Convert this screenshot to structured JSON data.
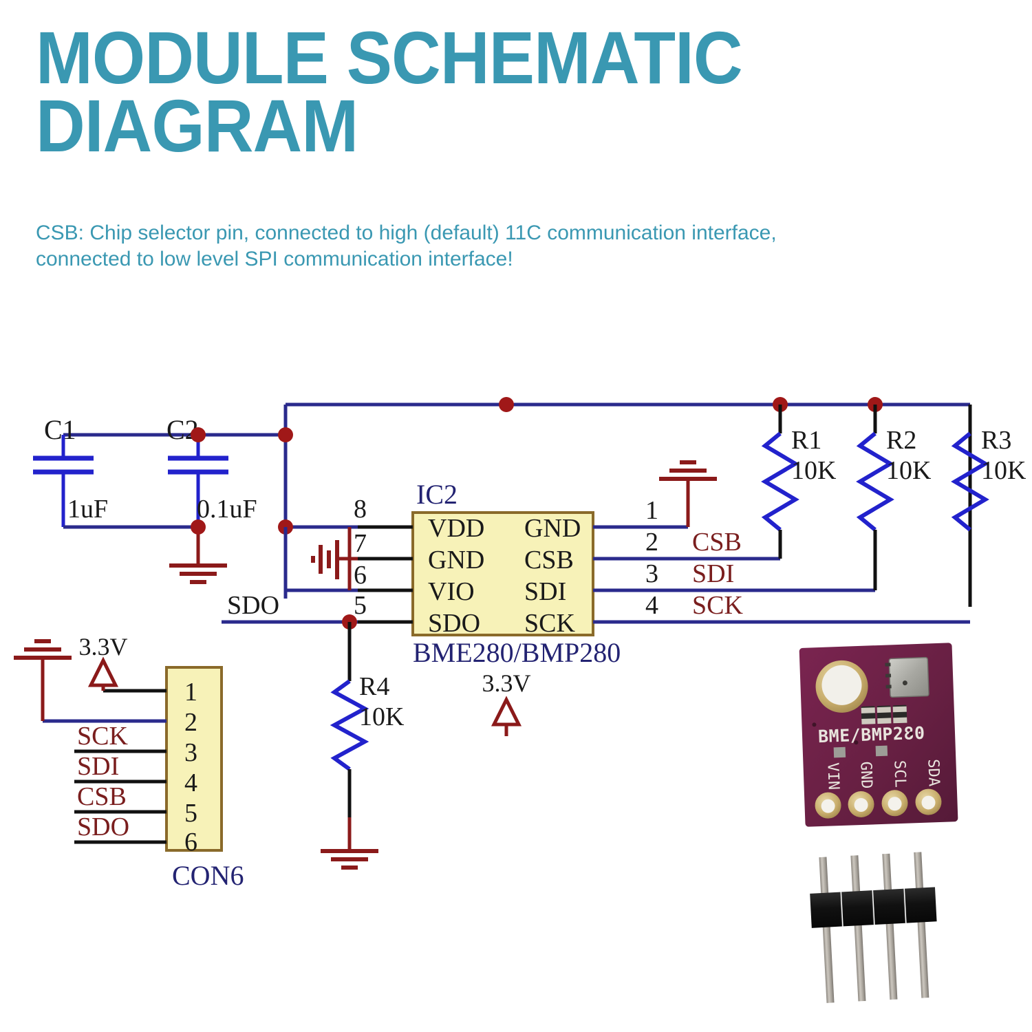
{
  "header": {
    "title_line1": "MODULE SCHEMATIC",
    "title_line2": "DIAGRAM",
    "subtitle_line1": "CSB: Chip selector pin, connected to high (default) 11C communication interface,",
    "subtitle_line2": "connected to low level SPI communication interface!",
    "accent_color": "#3a98b2"
  },
  "schematic": {
    "colors": {
      "wire_blue": "#2a2a8c",
      "wire_black": "#111111",
      "symbol_red": "#8b1a1a",
      "component_blue": "#2222cc",
      "junction_red": "#a01818",
      "ic_fill": "#f7f2b8",
      "ic_stroke": "#8a6a2a",
      "label_blue": "#232372",
      "label_red": "#7a1e1e",
      "label_dark": "#1a1a1a"
    },
    "power": {
      "top_rail_label": "3.3V",
      "con6_rail_label": "3.3V"
    },
    "capacitors": [
      {
        "ref": "C1",
        "value": "1uF"
      },
      {
        "ref": "C2",
        "value": "0.1uF"
      }
    ],
    "ic": {
      "ref": "IC2",
      "part": "BME280/BMP280",
      "left_pins": [
        {
          "number": "8",
          "name": "VDD"
        },
        {
          "number": "7",
          "name": "GND"
        },
        {
          "number": "6",
          "name": "VIO"
        },
        {
          "number": "5",
          "name": "SDO"
        }
      ],
      "right_pins": [
        {
          "number": "1",
          "name": "GND",
          "net": ""
        },
        {
          "number": "2",
          "name": "CSB",
          "net": "CSB"
        },
        {
          "number": "3",
          "name": "SDI",
          "net": "SDI"
        },
        {
          "number": "4",
          "name": "SCK",
          "net": "SCK"
        }
      ]
    },
    "net_labels": {
      "sdo": "SDO"
    },
    "resistors": [
      {
        "ref": "R1",
        "value": "10K"
      },
      {
        "ref": "R2",
        "value": "10K"
      },
      {
        "ref": "R3",
        "value": "10K"
      },
      {
        "ref": "R4",
        "value": "10K"
      }
    ],
    "connector": {
      "ref": "CON6",
      "pins": [
        "1",
        "2",
        "3",
        "4",
        "5",
        "6"
      ],
      "signal_labels": [
        "SCK",
        "SDI",
        "CSB",
        "SDO"
      ]
    }
  },
  "photos": {
    "pcb": {
      "silkscreen_part": "BME/BMP280",
      "pad_labels": [
        "VIN",
        "GND",
        "SCL",
        "SDA"
      ],
      "board_color": "#6d2044"
    },
    "pin_header": {
      "pin_count": 4,
      "body_color": "#1a1a1a",
      "pin_color": "#b8b2aa"
    }
  }
}
